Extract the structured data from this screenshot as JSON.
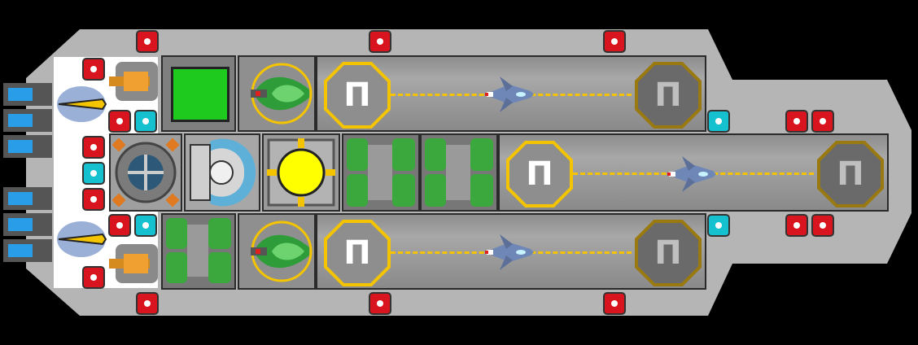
{
  "ship": {
    "hull_color": "#b5b5b5",
    "hull_inner_color": "#c8c8c8",
    "accent_yellow": "#f5c400",
    "red_node_color": "#d8151f",
    "teal_node_color": "#16c1cf",
    "green_system_color": "#3aa83c",
    "shield_core_color": "#ffff00",
    "screen_green": "#1fca1f"
  },
  "hangars": [
    {
      "name": "top-hangar",
      "pad_labels": [
        "Π",
        "Π"
      ]
    },
    {
      "name": "middle-hangar",
      "pad_labels": [
        "Π",
        "Π"
      ]
    },
    {
      "name": "bottom-hangar",
      "pad_labels": [
        "Π",
        "Π"
      ]
    }
  ],
  "icons": {
    "thruster": "thruster-icon",
    "weapon_node": "weapon-mount-icon",
    "shield_core": "shield-core-icon",
    "drone_bay": "drone-icon",
    "fighter": "fighter-ship-icon"
  }
}
